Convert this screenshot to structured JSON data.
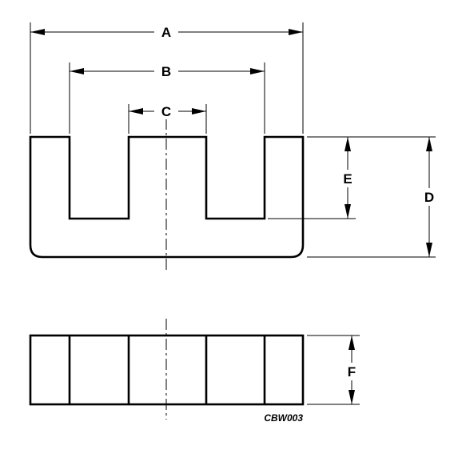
{
  "dimensions": {
    "A": "A",
    "B": "B",
    "C": "C",
    "D": "D",
    "E": "E",
    "F": "F"
  },
  "drawing_code": "CBW003",
  "colors": {
    "line": "#000000",
    "background": "#ffffff"
  }
}
